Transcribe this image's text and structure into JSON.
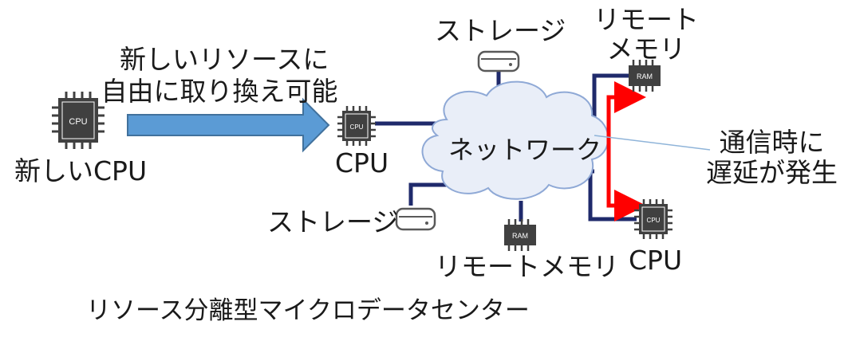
{
  "arrow_caption": [
    "新しいリソースに",
    "自由に取り換え可能"
  ],
  "new_cpu_label": "新しいCPU",
  "cpu_label": "CPU",
  "network_label": "ネットワーク",
  "storage_top_label": "ストレージ",
  "storage_bottom_label": "ストレージ",
  "remote_memory_top_label": [
    "リモート",
    "メモリ"
  ],
  "remote_memory_bottom_label": "リモートメモリ",
  "cpu_right_label": "CPU",
  "latency_label": [
    "通信時に",
    "遅延が発生"
  ],
  "footer_title": "リソース分離型マイクロデータセンター",
  "chip_text": {
    "cpu": "CPU",
    "ram": "RAM"
  },
  "colors": {
    "arrow_fill": "#5b9bd5",
    "arrow_stroke": "#41719c",
    "link": "#1f2a6b",
    "latency": "#ff0000",
    "cloud_fill": "#e9eef8",
    "cloud_stroke": "#8fa9d6",
    "chip": "#404040"
  }
}
